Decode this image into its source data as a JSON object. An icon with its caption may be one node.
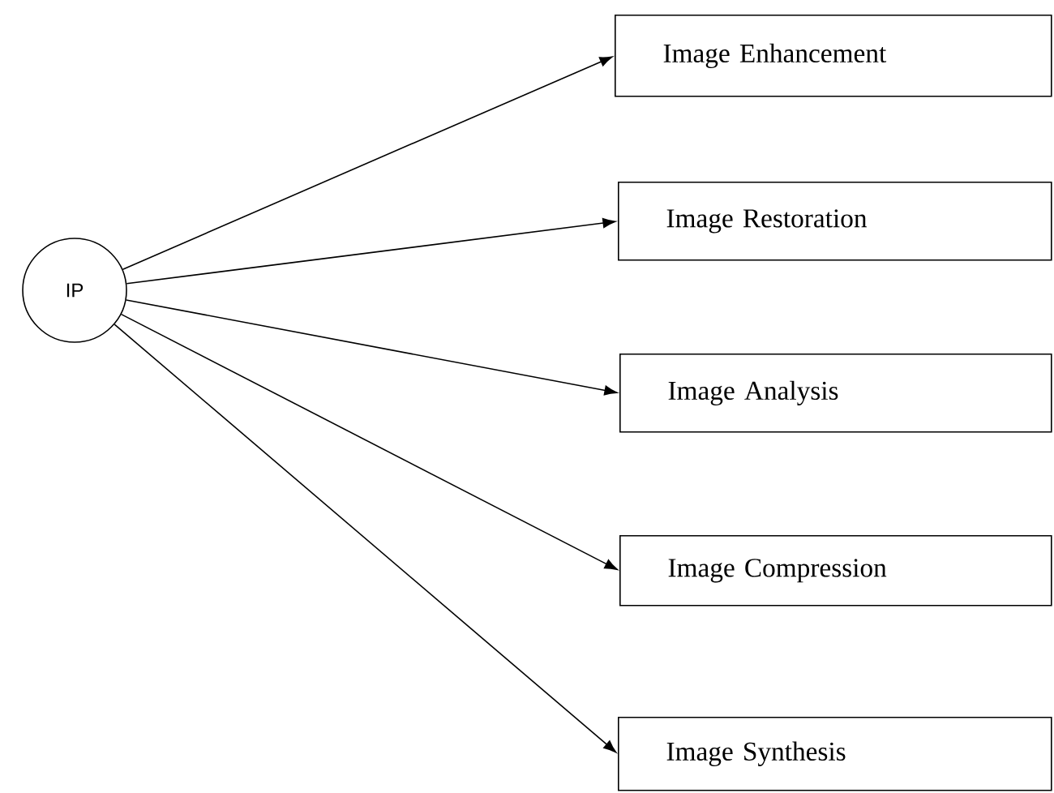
{
  "diagram": {
    "nodes": [
      {
        "text": [
          "IP"
        ]
      },
      {
        "text": [
          "Image Enhancement"
        ]
      },
      {
        "text": [
          "Image Restoration"
        ]
      },
      {
        "text": [
          "Image Analysis"
        ]
      },
      {
        "text": [
          "Image Compression"
        ]
      },
      {
        "text": [
          "Image Synthesis"
        ]
      }
    ],
    "edges": [
      {
        "from": 0,
        "to": 1,
        "arrow": "to"
      },
      {
        "from": 0,
        "to": 2,
        "arrow": "to"
      },
      {
        "from": 0,
        "to": 3,
        "arrow": "to"
      },
      {
        "from": 0,
        "to": 4,
        "arrow": "to"
      },
      {
        "from": 0,
        "to": 5,
        "arrow": "to"
      }
    ]
  }
}
